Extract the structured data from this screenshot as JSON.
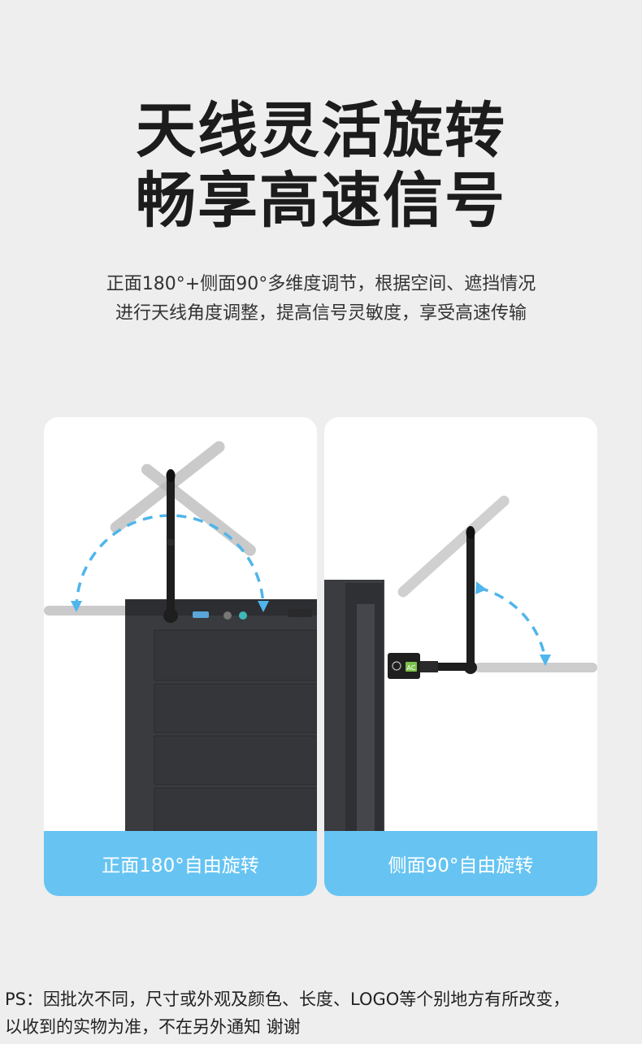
{
  "headline": {
    "line1": "天线灵活旋转",
    "line2": "畅享高速信号"
  },
  "subtitle": {
    "line1": "正面180°+侧面90°多维度调节，根据空间、遮挡情况",
    "line2": "进行天线角度调整，提高信号灵敏度，享受高速传输"
  },
  "cards": [
    {
      "caption": "正面180°自由旋转",
      "icon": "antenna-front-rotation-illustration"
    },
    {
      "caption": "侧面90°自由旋转",
      "icon": "antenna-side-rotation-illustration"
    }
  ],
  "adapter_label": "AC",
  "note": {
    "line1": "PS：因批次不同，尺寸或外观及颜色、长度、LOGO等个别地方有所改变，",
    "line2": "以收到的实物为准，不在另外通知 谢谢"
  },
  "colors": {
    "background": "#eeeeee",
    "caption_bar": "#67c4f2",
    "arrow": "#4fb5ec",
    "antenna": "#1e1e1e"
  }
}
